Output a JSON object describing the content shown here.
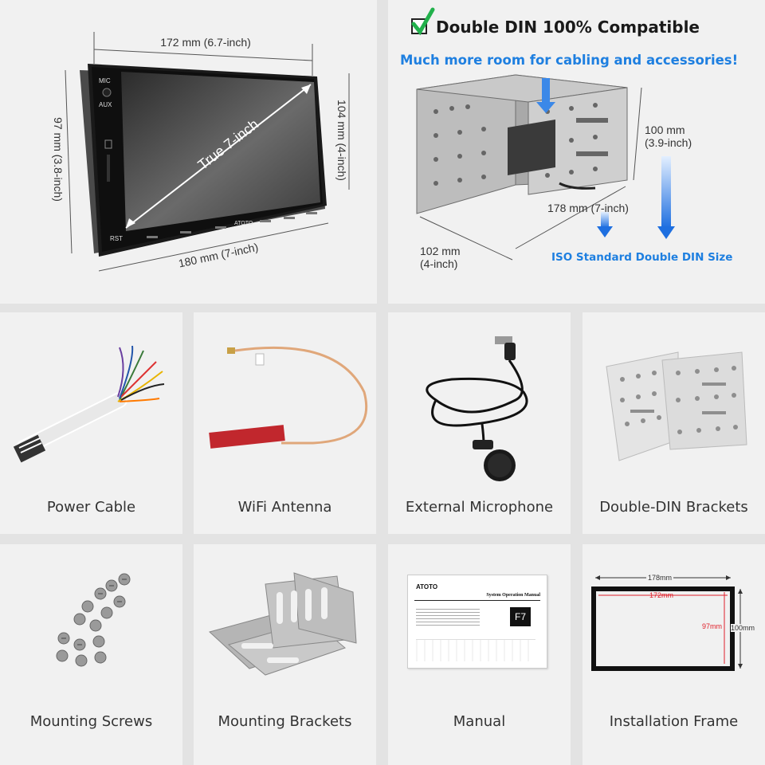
{
  "colors": {
    "title": "#1a1a1a",
    "blue": "#1e7fe0",
    "check": "#22b14c",
    "frame_red": "#e0202a"
  },
  "top_left": {
    "dim_top": "172 mm (6.7-inch)",
    "dim_left": "97 mm (3.8-inch)",
    "dim_right": "104 mm (4-inch)",
    "dim_bottom": "180 mm (7-inch)",
    "diagonal": "True 7-inch",
    "labels": {
      "mic": "MIC",
      "aux": "AUX",
      "rst": "RST",
      "brand": "ATOTO"
    }
  },
  "top_right": {
    "headline": "Double DIN 100% Compatible",
    "subhead": "Much more room for cabling and accessories!",
    "dim_height_1": "100 mm",
    "dim_height_2": "(3.9-inch)",
    "dim_depth": "178 mm (7-inch)",
    "dim_width_1": "102 mm",
    "dim_width_2": "(4-inch)",
    "iso": "ISO Standard Double DIN Size"
  },
  "items": [
    {
      "label": "Power Cable",
      "icon": "power-cable"
    },
    {
      "label": "WiFi Antenna",
      "icon": "wifi-antenna"
    },
    {
      "label": "External Microphone",
      "icon": "microphone"
    },
    {
      "label": "Double-DIN Brackets",
      "icon": "din-brackets"
    },
    {
      "label": "Mounting Screws",
      "icon": "screws"
    },
    {
      "label": "Mounting Brackets",
      "icon": "mounting-brackets"
    },
    {
      "label": "Manual",
      "icon": "manual"
    },
    {
      "label": "Installation Frame",
      "icon": "installation-frame"
    }
  ],
  "manual": {
    "brand": "ATOTO",
    "title": "System Operation Manual",
    "model": "F7"
  },
  "frame": {
    "outer": "178mm",
    "inner": "172mm",
    "inner_h": "97mm",
    "outer_h": "100mm"
  }
}
